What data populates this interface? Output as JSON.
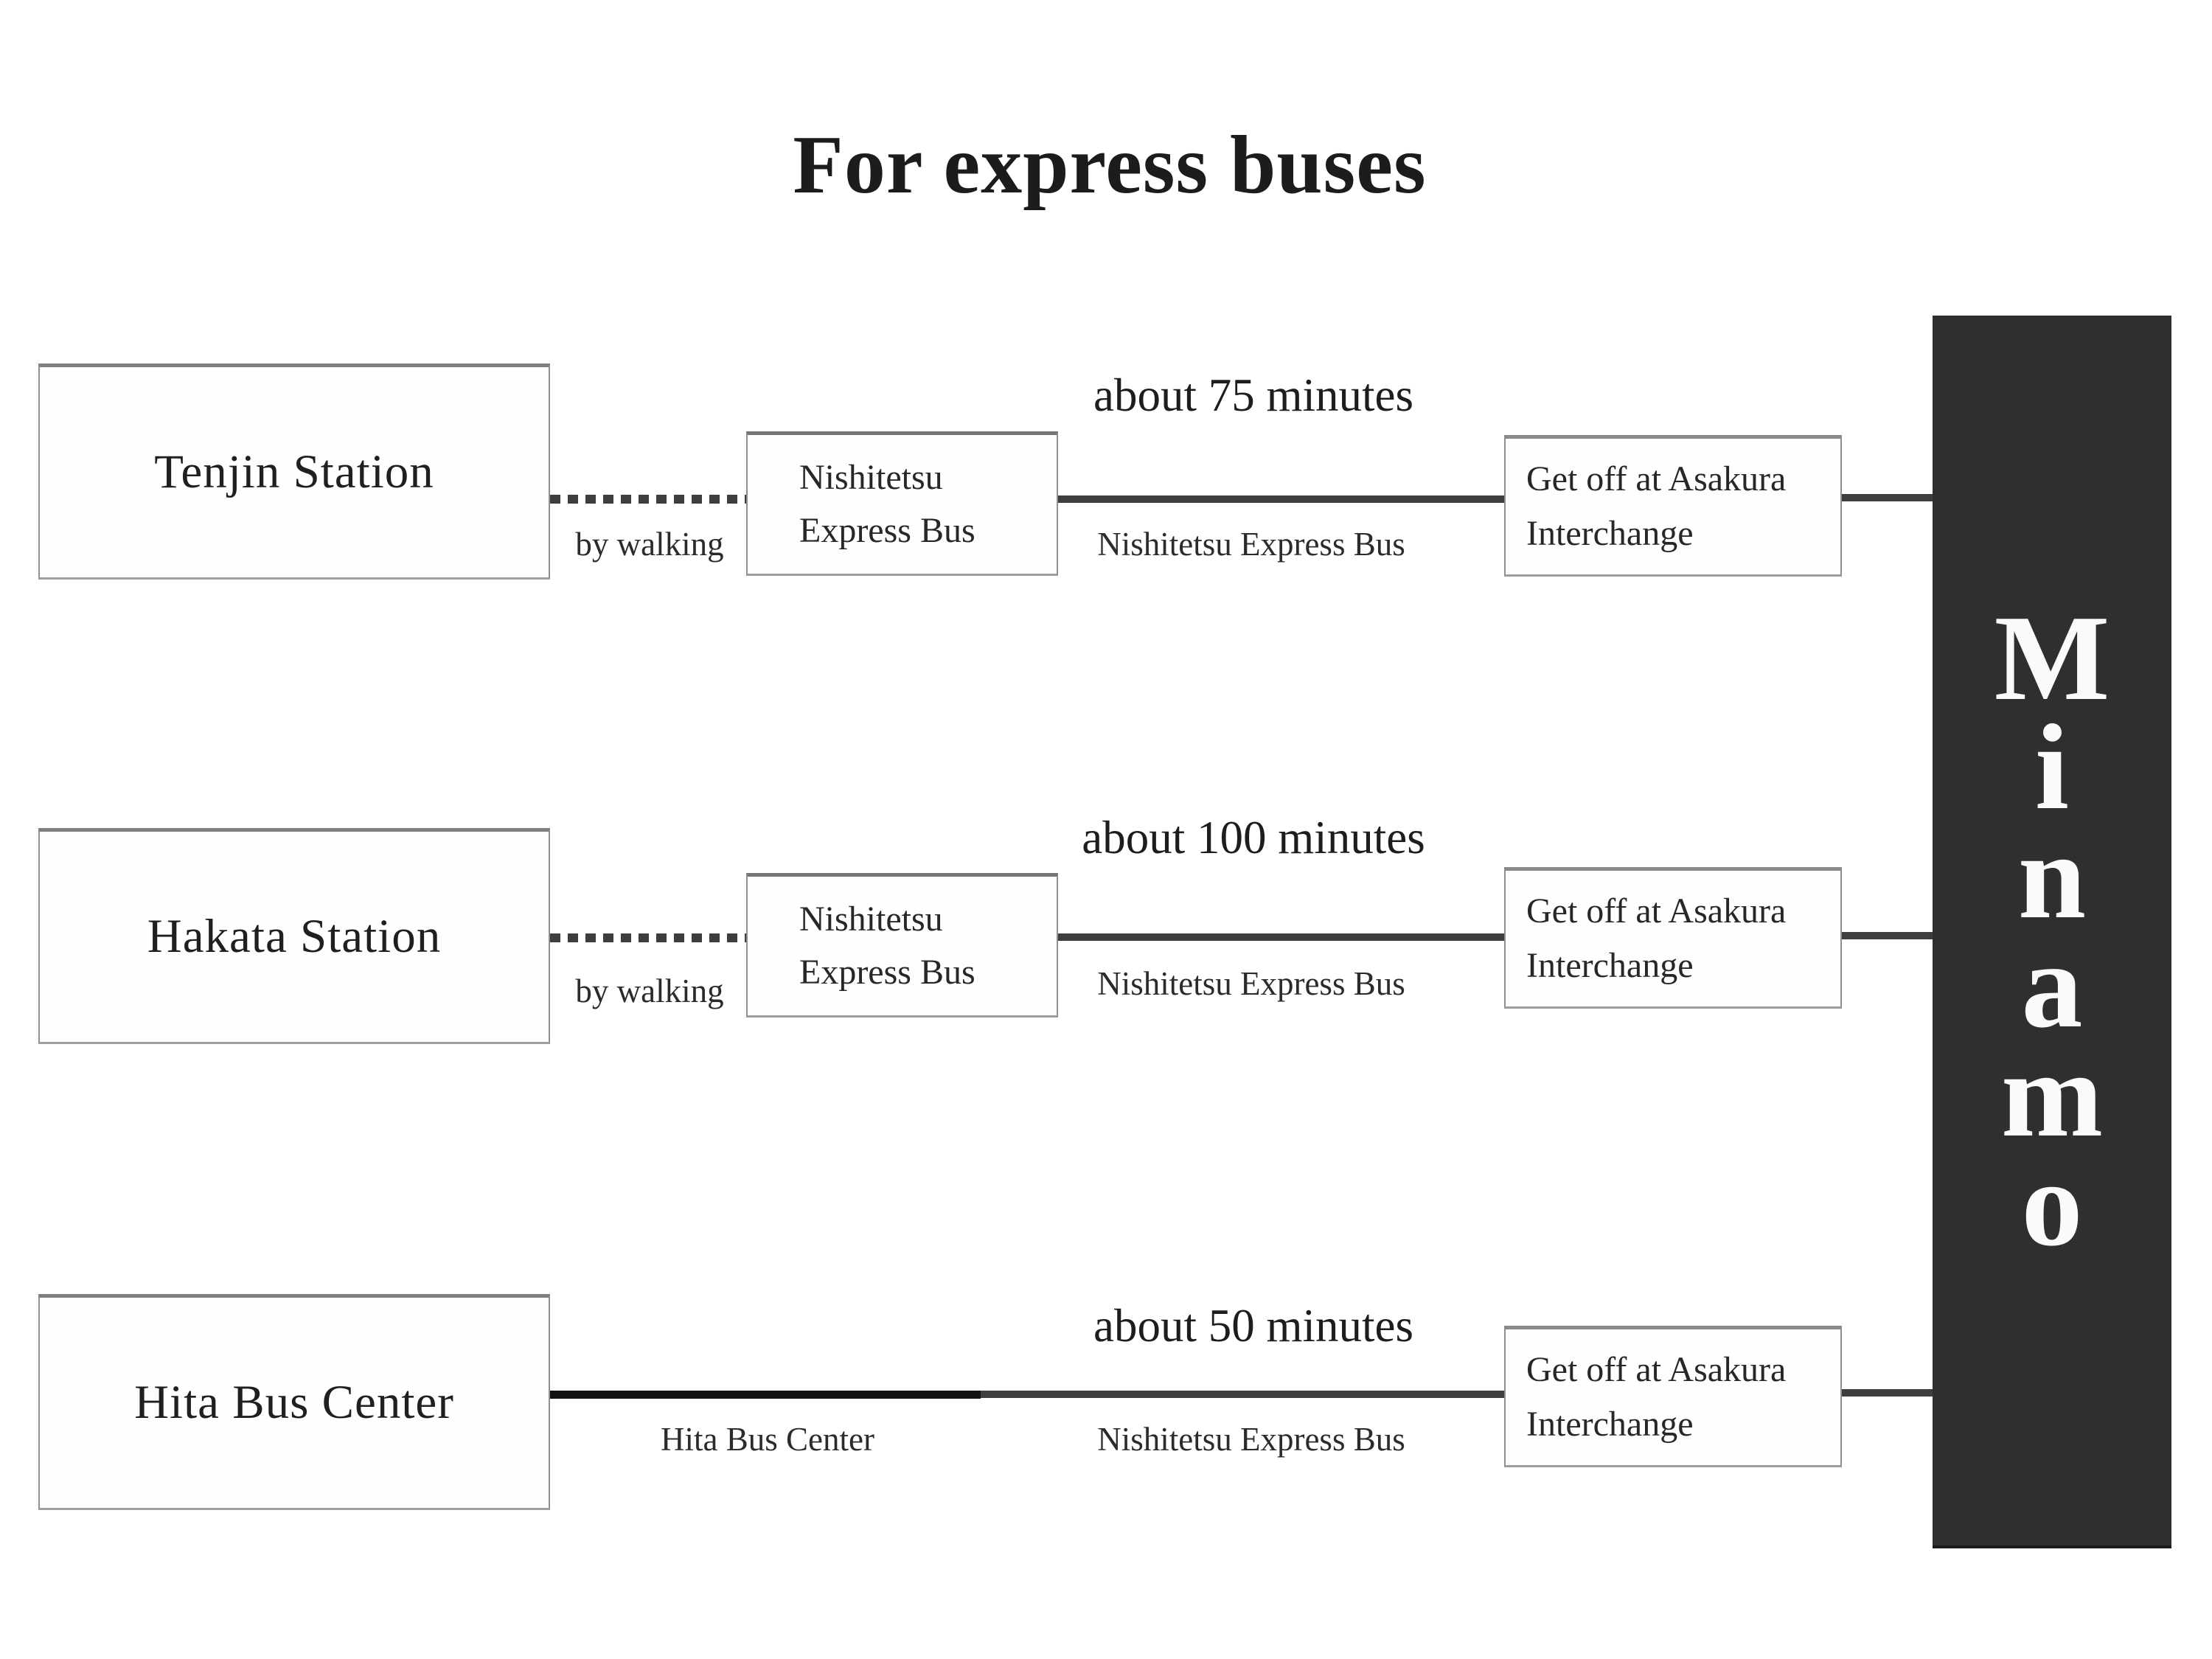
{
  "title": "For express buses",
  "destination": {
    "name": "Minamo",
    "letters": [
      "M",
      "i",
      "n",
      "a",
      "m",
      "o"
    ]
  },
  "rows": [
    {
      "station": "Tenjin Station",
      "walk_label": "by walking",
      "bus_box": {
        "line1": "Nishitetsu",
        "line2": "Express Bus"
      },
      "duration": "about 75 minutes",
      "bus_segment_label": "Nishitetsu Express Bus",
      "dropoff": {
        "line1": "Get off at Asakura",
        "line2": "Interchange"
      }
    },
    {
      "station": "Hakata Station",
      "walk_label": "by walking",
      "bus_box": {
        "line1": "Nishitetsu",
        "line2": "Express Bus"
      },
      "duration": "about 100 minutes",
      "bus_segment_label": "Nishitetsu Express Bus",
      "dropoff": {
        "line1": "Get off at Asakura",
        "line2": "Interchange"
      }
    },
    {
      "station": "Hita Bus Center",
      "first_segment_label": "Hita Bus Center",
      "duration": "about 50 minutes",
      "bus_segment_label": "Nishitetsu Express Bus",
      "dropoff": {
        "line1": "Get off at Asakura",
        "line2": "Interchange"
      }
    }
  ],
  "colors": {
    "background": "#ffffff",
    "bar_background": "#2f2e30",
    "bar_text": "#fafafa",
    "line": "#3e3e40",
    "black_segment": "#121212",
    "box_border": "#8f8f8f",
    "text": "#1e1e1e"
  }
}
